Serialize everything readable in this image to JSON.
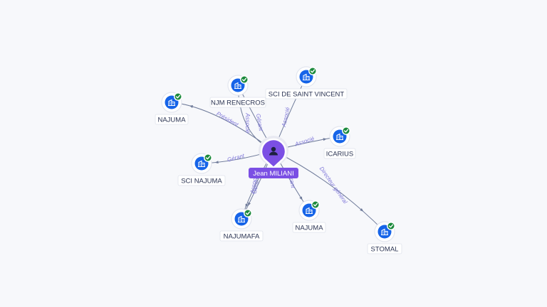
{
  "center": {
    "label": "Jean MILIANI",
    "icon": "person-icon",
    "color": "#7b4fe4"
  },
  "nodes": [
    {
      "id": "najuma-top-left",
      "label": "NAJUMA",
      "icon": "building-icon",
      "verified": true
    },
    {
      "id": "njm-renecros",
      "label": "NJM RENECROS",
      "icon": "building-icon",
      "verified": true
    },
    {
      "id": "sci-de-saint-vincent",
      "label": "SCI DE SAINT VINCENT",
      "icon": "building-icon",
      "verified": true
    },
    {
      "id": "icarius",
      "label": "ICARIUS",
      "icon": "building-icon",
      "verified": true
    },
    {
      "id": "sci-najuma",
      "label": "SCI NAJUMA",
      "icon": "building-icon",
      "verified": true
    },
    {
      "id": "najumafa",
      "label": "NAJUMAFA",
      "icon": "building-icon",
      "verified": true
    },
    {
      "id": "najuma-bottom",
      "label": "NAJUMA",
      "icon": "building-icon",
      "verified": true
    },
    {
      "id": "stomal",
      "label": "STOMAL",
      "icon": "building-icon",
      "verified": true
    }
  ],
  "edges": [
    {
      "target": "najuma-top-left",
      "label": "Président"
    },
    {
      "target": "njm-renecros",
      "label": "Gérant"
    },
    {
      "target": "njm-renecros",
      "label": "Associé"
    },
    {
      "target": "sci-de-saint-vincent",
      "label": "Associé"
    },
    {
      "target": "icarius",
      "label": "Associé"
    },
    {
      "target": "sci-najuma",
      "label": "Gérant"
    },
    {
      "target": "najumafa",
      "label": "Gérant"
    },
    {
      "target": "najumafa",
      "label": "Associé"
    },
    {
      "target": "najuma-bottom",
      "label": "Gérant"
    },
    {
      "target": "stomal",
      "label": "Directeur général"
    }
  ],
  "colors": {
    "accent": "#7b4fe4",
    "node": "#1664e8",
    "verified": "#1c8a3c",
    "edge": "#6f7b9a",
    "edge_label": "#7f77d9"
  }
}
